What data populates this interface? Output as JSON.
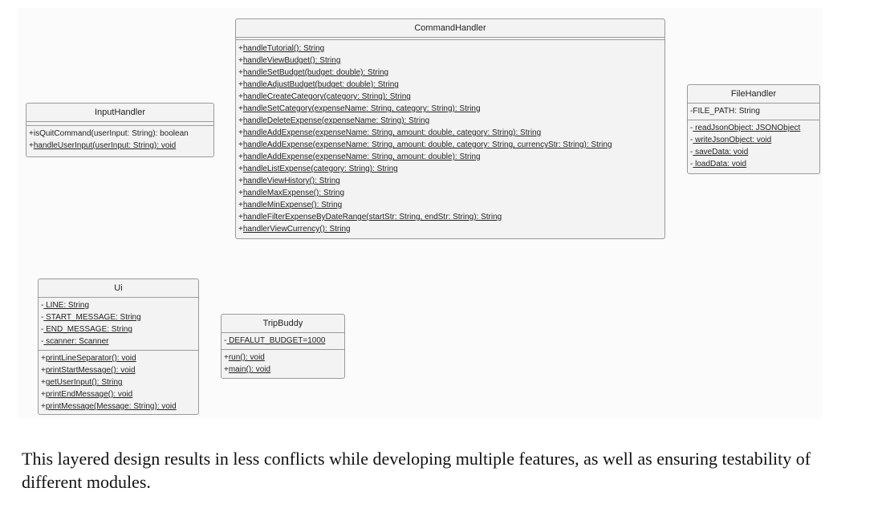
{
  "classes": {
    "command_handler": {
      "name": "CommandHandler",
      "attributes": [],
      "methods": [
        {
          "vis": "+",
          "name": "handleTutorial(): String"
        },
        {
          "vis": "+",
          "name": "handleViewBudget(): String"
        },
        {
          "vis": "+",
          "name": "handleSetBudget(budget: double): String"
        },
        {
          "vis": "+",
          "name": "handleAdjustBudget(budget: double): String"
        },
        {
          "vis": "+",
          "name": "handleCreateCategory(category: String): String"
        },
        {
          "vis": "+",
          "name": "handleSetCategory(expenseName: String, category: String): String"
        },
        {
          "vis": "+",
          "name": "handleDeleteExpense(expenseName: String): String"
        },
        {
          "vis": "+",
          "name": "handleAddExpense(expenseName: String, amount: double, category: String): String"
        },
        {
          "vis": "+",
          "name": "handleAddExpense(expenseName: String, amount: double, category: String, currencyStr: String): String"
        },
        {
          "vis": "+",
          "name": "handleAddExpense(expenseName: String, amount: double): String"
        },
        {
          "vis": "+",
          "name": "handleListExpense(category: String): String"
        },
        {
          "vis": "+",
          "name": "handleViewHistory(): String"
        },
        {
          "vis": "+",
          "name": "handleMaxExpense(): String"
        },
        {
          "vis": "+",
          "name": "handleMinExpense(): String"
        },
        {
          "vis": "+",
          "name": "handleFilterExpenseByDateRange(startStr: String, endStr: String): String"
        },
        {
          "vis": "+",
          "name": "handlerViewCurrency(): String"
        }
      ]
    },
    "input_handler": {
      "name": "InputHandler",
      "attributes": [],
      "methods": [
        {
          "vis": "+",
          "name": "isQuitCommand(userInput: String): boolean",
          "plain": true
        },
        {
          "vis": "+",
          "name": "handleUserInput(userInput: String): void"
        }
      ]
    },
    "file_handler": {
      "name": "FileHandler",
      "attributes": [
        {
          "vis": "-",
          "name": "FILE_PATH: String",
          "plain": true
        }
      ],
      "methods": [
        {
          "vis": "-",
          "name": " readJsonObject: JSONObject"
        },
        {
          "vis": "-",
          "name": " writeJsonObject: void"
        },
        {
          "vis": "-",
          "name": " saveData: void"
        },
        {
          "vis": "-",
          "name": " loadData: void"
        }
      ]
    },
    "ui": {
      "name": "Ui",
      "attributes": [
        {
          "vis": "-",
          "name": " LINE: String"
        },
        {
          "vis": "-",
          "name": " START_MESSAGE: String"
        },
        {
          "vis": "-",
          "name": " END_MESSAGE: String"
        },
        {
          "vis": "-",
          "name": " scanner: Scanner"
        }
      ],
      "methods": [
        {
          "vis": "+",
          "name": "printLineSeparator(): void"
        },
        {
          "vis": "+",
          "name": "printStartMessage(): void"
        },
        {
          "vis": "+",
          "name": "getUserInput(): String"
        },
        {
          "vis": "+",
          "name": "printEndMessage(): void"
        },
        {
          "vis": "+",
          "name": "printMessage(Message: String): void"
        }
      ]
    },
    "trip_buddy": {
      "name": "TripBuddy",
      "attributes": [
        {
          "vis": "-",
          "name": " DEFALUT_BUDGET=1000"
        }
      ],
      "methods": [
        {
          "vis": "+",
          "name": "run(): void"
        },
        {
          "vis": "+",
          "name": "main(): void"
        }
      ]
    }
  },
  "caption": "This layered design results in less conflicts while developing multiple features, as well as ensuring testability of different modules."
}
